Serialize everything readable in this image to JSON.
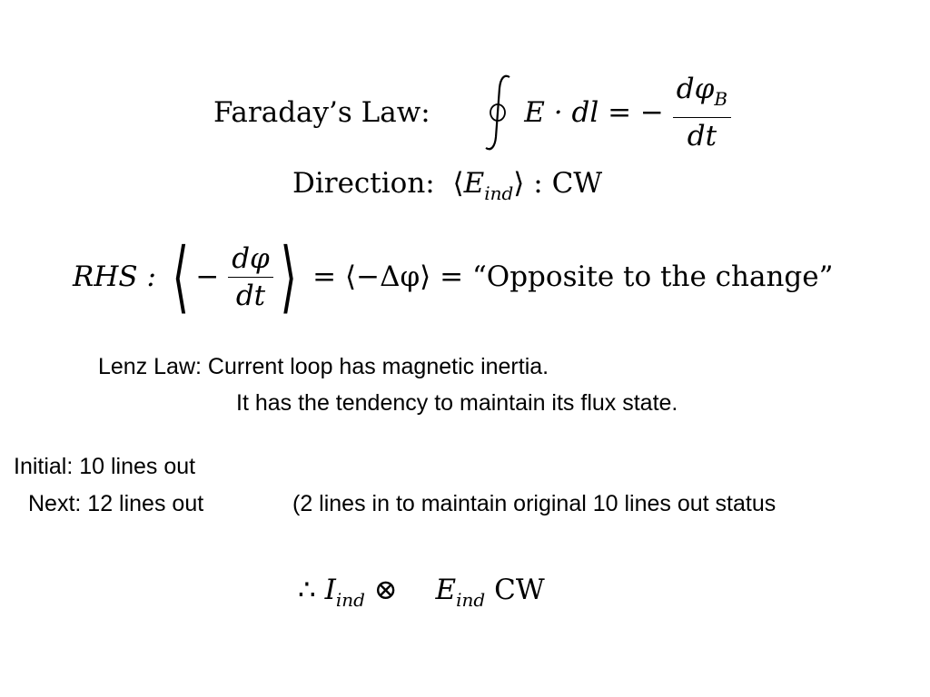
{
  "faraday": {
    "label": "Faraday’s Law:",
    "lhs_mid": "E · dl = −",
    "num": "dφ",
    "num_sub": "B",
    "den": "dt"
  },
  "direction": {
    "label": "Direction:",
    "e_ind": "E",
    "e_sub": "ind",
    "rhs": ":  CW"
  },
  "rhs": {
    "label": "RHS :",
    "num": "dφ",
    "den": "dt",
    "middle": "= ⟨−Δφ⟩ =",
    "quote": "“Opposite to the change”"
  },
  "lenz": {
    "line1": "Lenz Law:  Current loop has magnetic inertia.",
    "line2": "It has the tendency to maintain its flux state."
  },
  "initial": "Initial: 10 lines out",
  "next": "Next: 12 lines out",
  "note": "(2 lines in to maintain original 10 lines out status",
  "conclusion": {
    "therefore": "∴",
    "i": "I",
    "i_sub": "ind",
    "otimes": "⊗",
    "e": "E",
    "e_sub": "ind",
    "cw": "CW"
  }
}
